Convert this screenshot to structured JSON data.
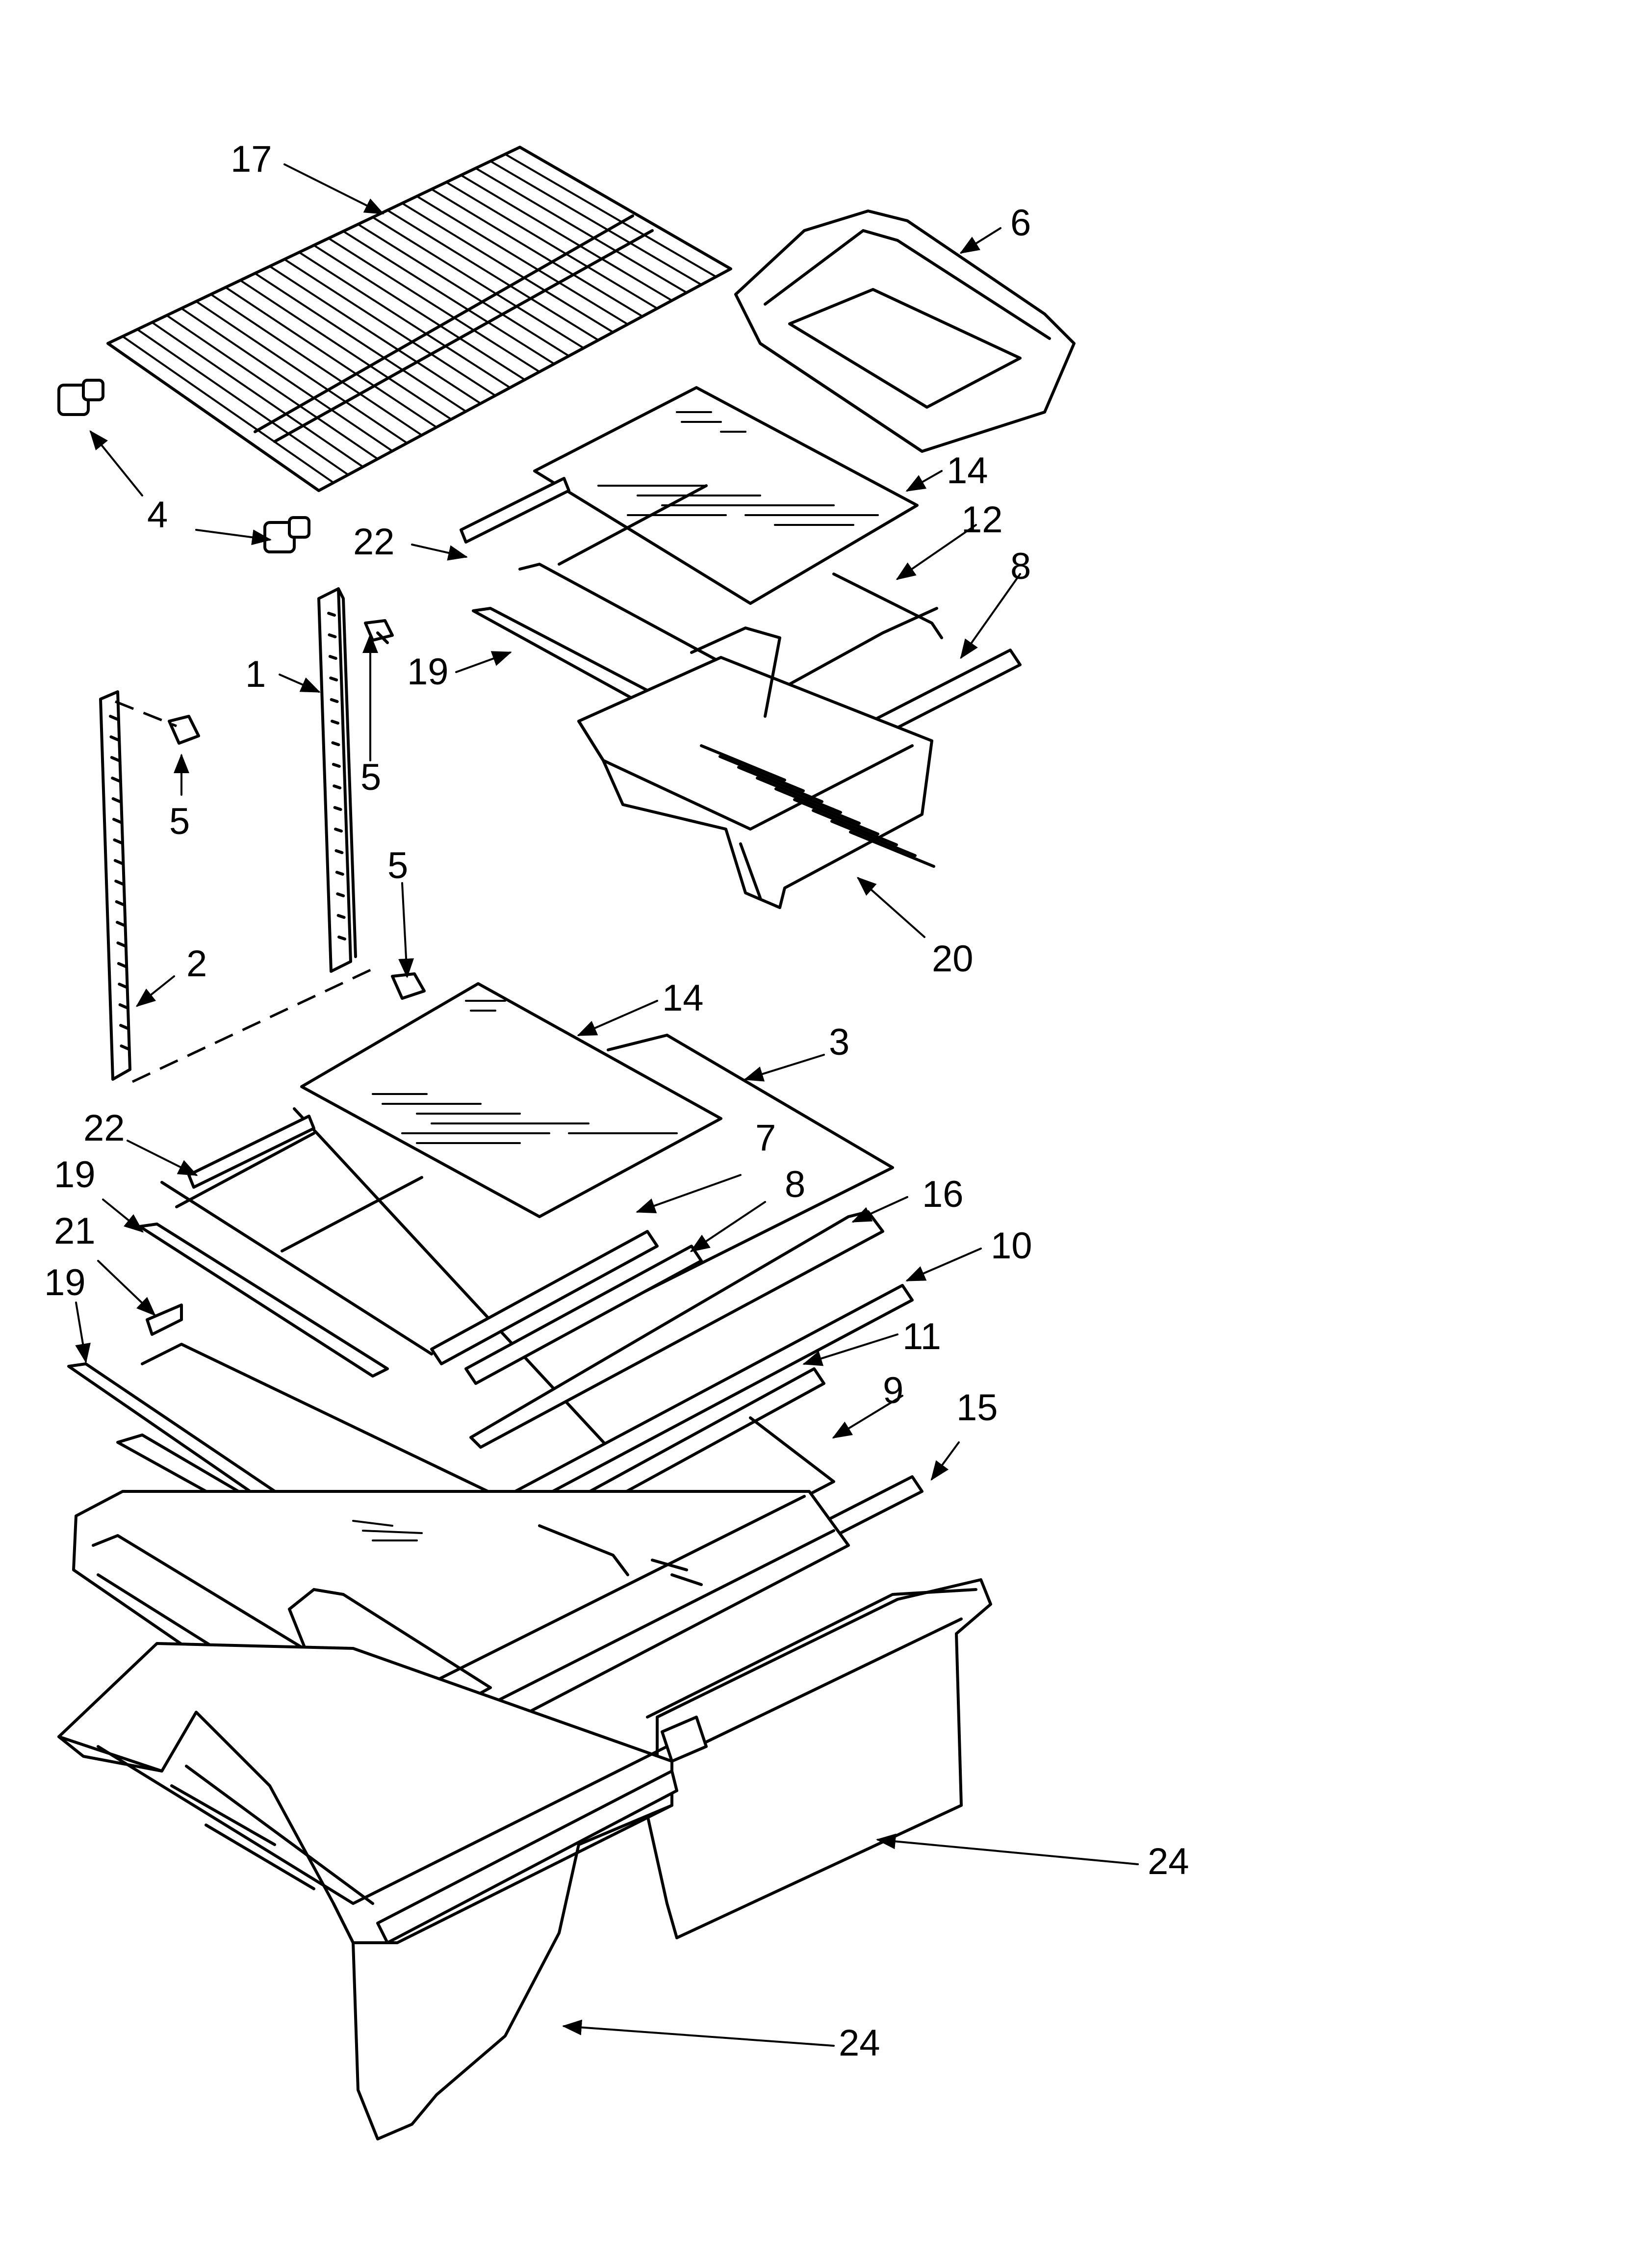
{
  "callouts": {
    "c1": "1",
    "c2": "2",
    "c3": "3",
    "c4": "4",
    "c5a": "5",
    "c5b": "5",
    "c5c": "5",
    "c6": "6",
    "c7": "7",
    "c8a": "8",
    "c8b": "8",
    "c9": "9",
    "c10": "10",
    "c11": "11",
    "c12": "12",
    "c14a": "14",
    "c14b": "14",
    "c15": "15",
    "c16": "16",
    "c17": "17",
    "c19a": "19",
    "c19b": "19",
    "c19c": "19",
    "c20": "20",
    "c21": "21",
    "c22a": "22",
    "c22b": "22",
    "c24a": "24",
    "c24b": "24"
  },
  "colors": {
    "line": "#000000",
    "background": "#ffffff"
  }
}
